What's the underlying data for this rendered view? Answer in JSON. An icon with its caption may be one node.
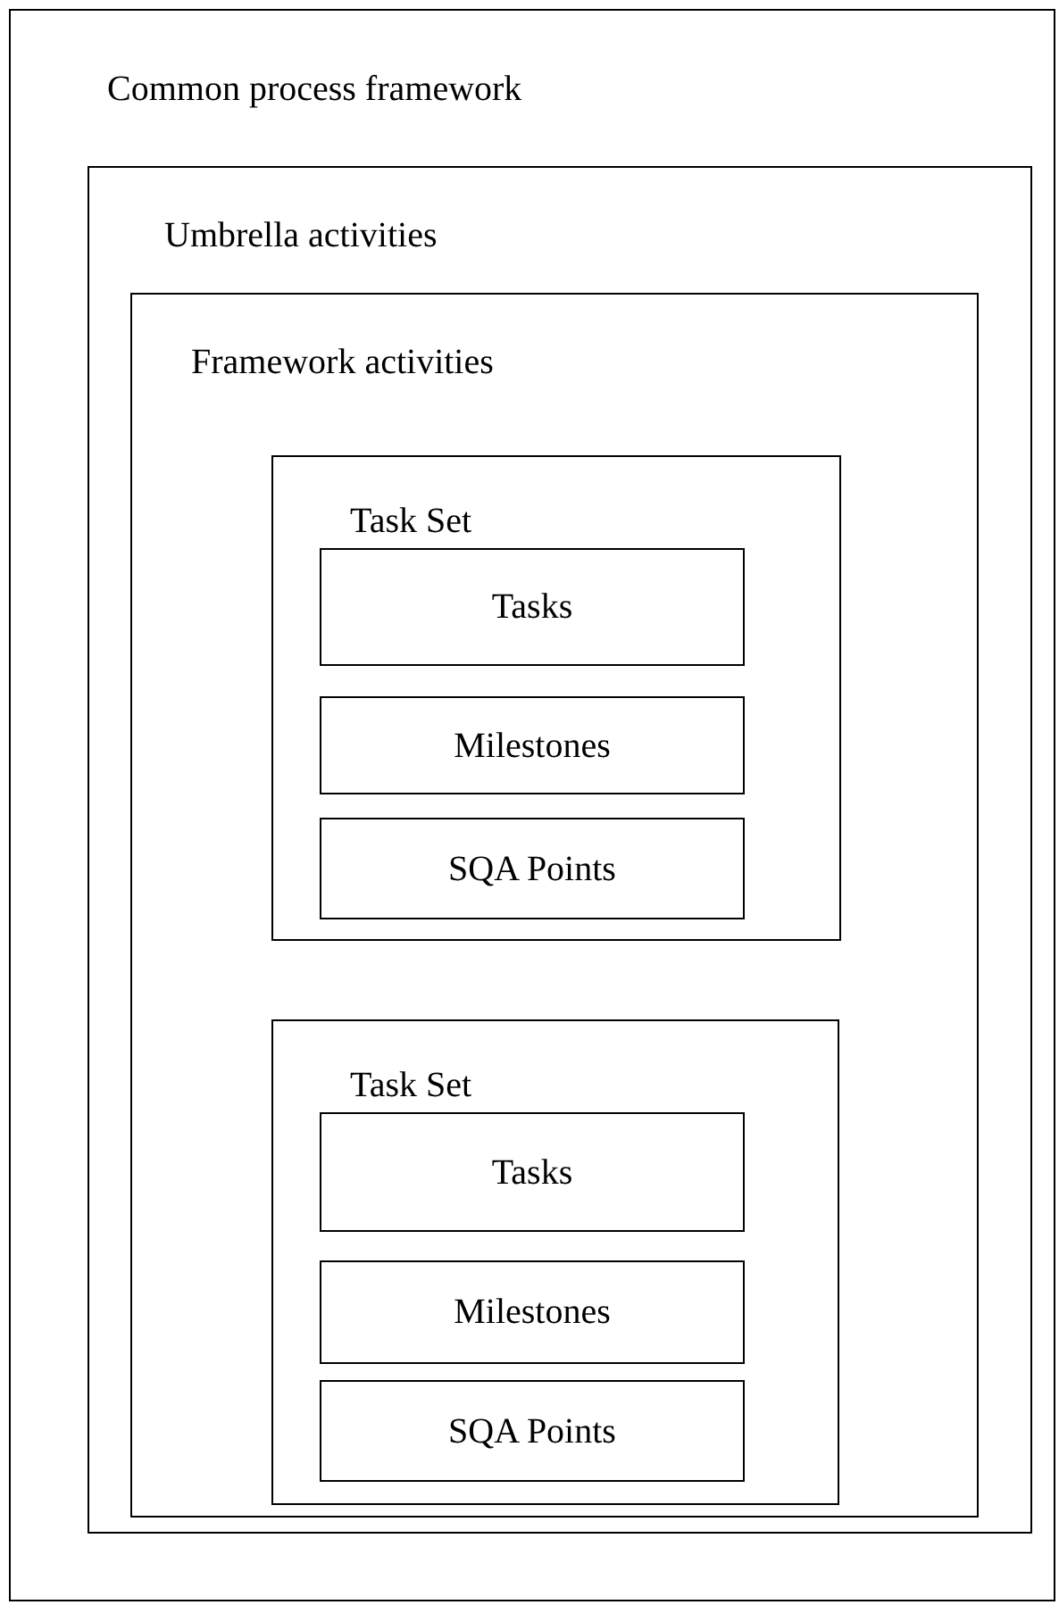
{
  "diagram": {
    "nodes": [
      {
        "text": [
          "Common process framework"
        ]
      },
      {
        "text": [
          "Umbrella activities"
        ],
        "in": 0
      },
      {
        "text": [
          "Framework activities"
        ],
        "in": 1
      },
      {
        "text": [
          "Task Set"
        ],
        "in": 2
      },
      {
        "text": [
          "Tasks"
        ],
        "in": 3
      },
      {
        "text": [
          "Milestones"
        ],
        "in": 3
      },
      {
        "text": [
          "SQA Points"
        ],
        "in": 3
      },
      {
        "text": [
          "Task Set"
        ],
        "in": 2
      },
      {
        "text": [
          "Tasks"
        ],
        "in": 7
      },
      {
        "text": [
          "Milestones"
        ],
        "in": 7
      },
      {
        "text": [
          "SQA Points"
        ],
        "in": 7
      }
    ]
  }
}
